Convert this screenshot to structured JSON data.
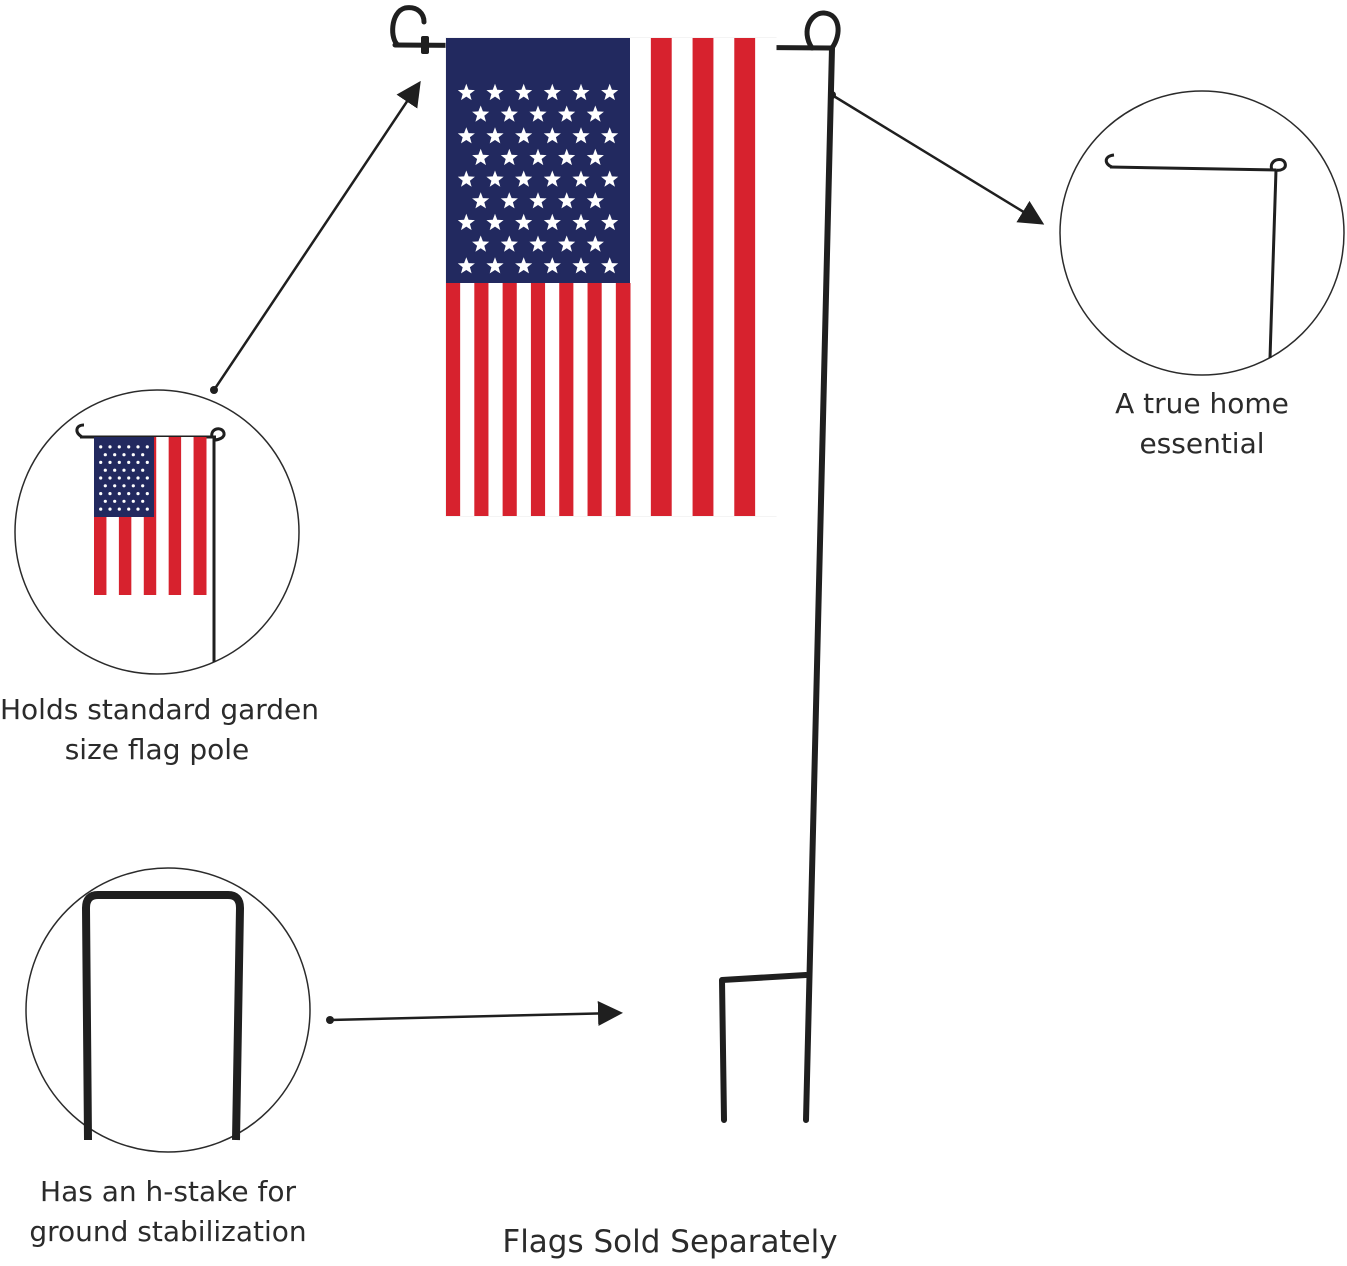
{
  "captions": {
    "flag_pole": [
      "Holds standard garden",
      "size flag pole"
    ],
    "home": [
      "A true home",
      "essential"
    ],
    "h_stake": [
      "Has an h-stake for",
      "ground stabilization"
    ],
    "footer": "Flags Sold Separately"
  },
  "colors": {
    "flag_red": "#d7222e",
    "flag_blue": "#22295f",
    "pole_black": "#1f1f1f",
    "text": "#2b2b2b"
  },
  "illustration": {
    "flag_stars": 50,
    "flag_stripes": 13
  }
}
